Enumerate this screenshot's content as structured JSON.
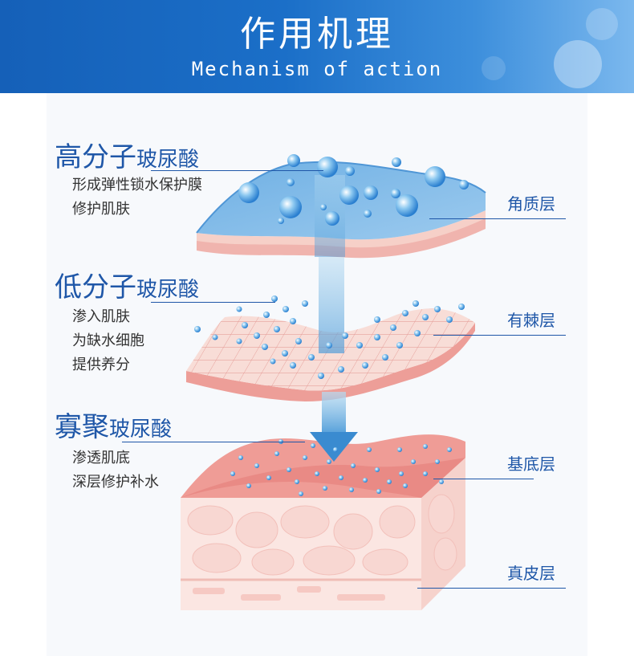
{
  "header": {
    "title": "作用机理",
    "subtitle": "Mechanism of action"
  },
  "sections": [
    {
      "heading_big": "高分子",
      "heading_small": "玻尿酸",
      "lines": [
        "形成弹性锁水保护膜",
        "修护肌肤"
      ]
    },
    {
      "heading_big": "低分子",
      "heading_small": "玻尿酸",
      "lines": [
        "渗入肌肤",
        "为缺水细胞",
        "提供养分"
      ]
    },
    {
      "heading_big": "寡聚",
      "heading_small": "玻尿酸",
      "lines": [
        "渗透肌底",
        "深层修护补水"
      ]
    }
  ],
  "layers": [
    "角质层",
    "有棘层",
    "基底层",
    "真皮层"
  ],
  "colors": {
    "brand_blue": "#1f57a8",
    "header_blue": "#1b6fc8",
    "skin_pink": "#f2b8b4"
  }
}
